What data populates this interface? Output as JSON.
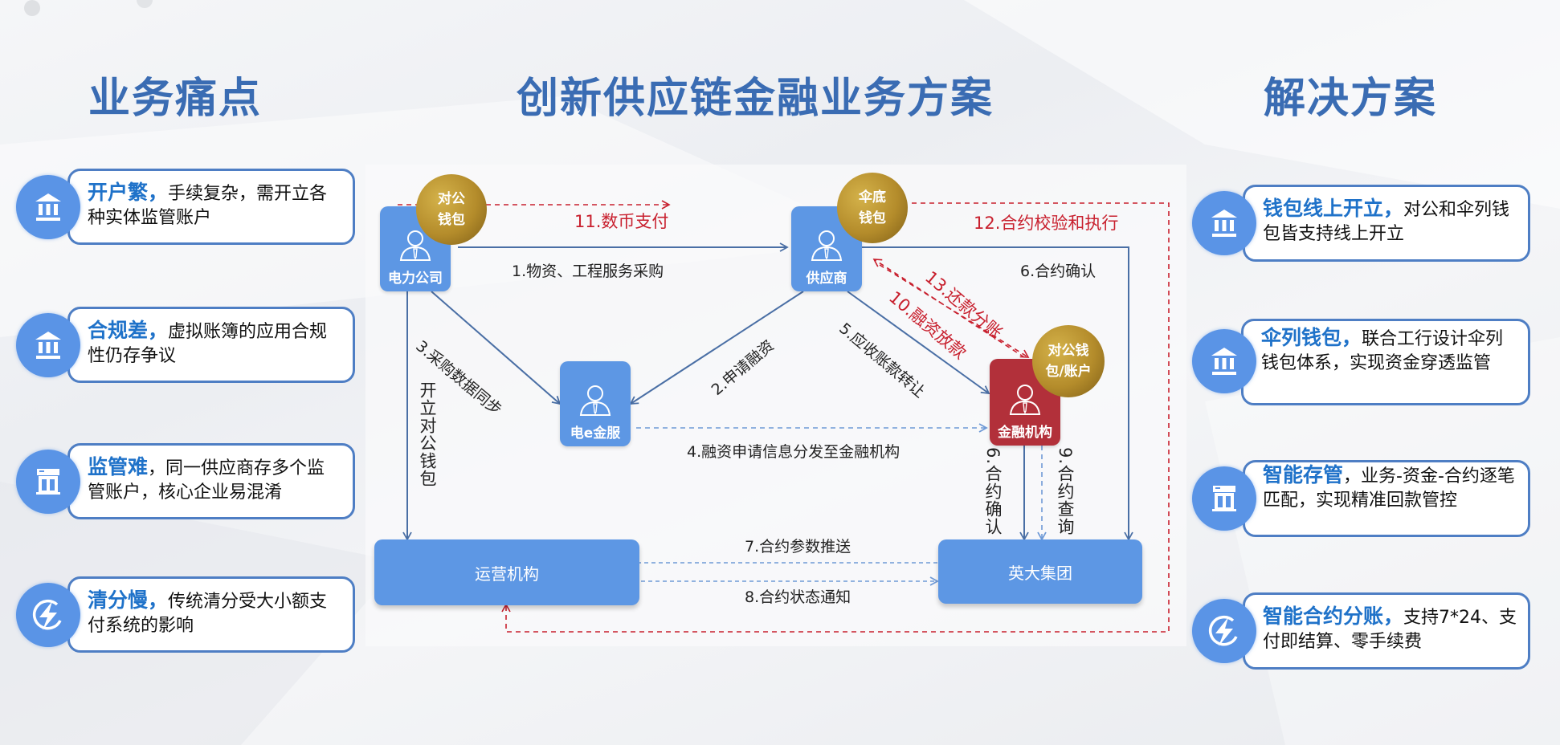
{
  "titles": {
    "pain_points": "业务痛点",
    "main": "创新供应链金融业务方案",
    "solutions": "解决方案"
  },
  "pain_points": [
    {
      "icon": "bank-icon",
      "highlight": "开户繁，",
      "text": "手续复杂，需开立各种实体监管账户"
    },
    {
      "icon": "bank-icon",
      "highlight": "合规差，",
      "text": "虚拟账簿的应用合规性仍存争议"
    },
    {
      "icon": "building-icon",
      "highlight": "监管难",
      "text": "，同一供应商存多个监管账户，核心企业易混淆"
    },
    {
      "icon": "lightning-icon",
      "highlight": "清分慢，",
      "text": "传统清分受大小额支付系统的影响"
    }
  ],
  "solutions": [
    {
      "icon": "bank-icon",
      "highlight": "钱包线上开立，",
      "text": "对公和伞列钱包皆支持线上开立"
    },
    {
      "icon": "bank-icon",
      "highlight": "伞列钱包，",
      "text": "联合工行设计伞列钱包体系，实现资金穿透监管"
    },
    {
      "icon": "building-icon",
      "highlight": "智能存管",
      "text": "，业务-资金-合约逐笔匹配，实现精准回款管控"
    },
    {
      "icon": "lightning-icon",
      "highlight": "智能合约分账，",
      "text": "支持7*24、支付即结算、零手续费"
    }
  ],
  "diagram": {
    "nodes": {
      "power_company": "电力公司",
      "supplier": "供应商",
      "e_finance": "电e金服",
      "financial_institution": "金融机构",
      "operator": "运营机构",
      "yingda_group": "英大集团"
    },
    "coins": {
      "corporate_wallet": "对公钱包",
      "umbrella_wallet": "伞底钱包",
      "corporate_wallet_account": "对公钱包/账户"
    },
    "coin_lines": {
      "corporate_wallet": [
        "对公",
        "钱包"
      ],
      "umbrella_wallet": [
        "伞底",
        "钱包"
      ],
      "corporate_wallet_account": [
        "对公钱",
        "包/账户"
      ]
    },
    "flows": {
      "f1": "1.物资、工程服务采购",
      "f2": "2.申请融资",
      "f3": "3.采购数据同步",
      "f4": "4.融资申请信息分发至金融机构",
      "f5": "5.应收账款转让",
      "f6": "6.合约确认",
      "f6v": "6.合约确认",
      "f7": "7.合约参数推送",
      "f8": "8.合约状态通知",
      "f9": "9.合约查询",
      "f10": "10.融资放款",
      "f11": "11.数币支付",
      "f12": "12.合约校验和执行",
      "f13": "13.还款分账",
      "open_wallet": "开立对公钱包"
    },
    "colors": {
      "node_blue": "#5d97e4",
      "node_red": "#b2303a",
      "solid_line": "#4a6fa5",
      "blue_dashed": "#6f9ad6",
      "red_dashed": "#c8202e",
      "title_blue": "#3a6cb3",
      "highlight_blue": "#1f72c9"
    }
  }
}
